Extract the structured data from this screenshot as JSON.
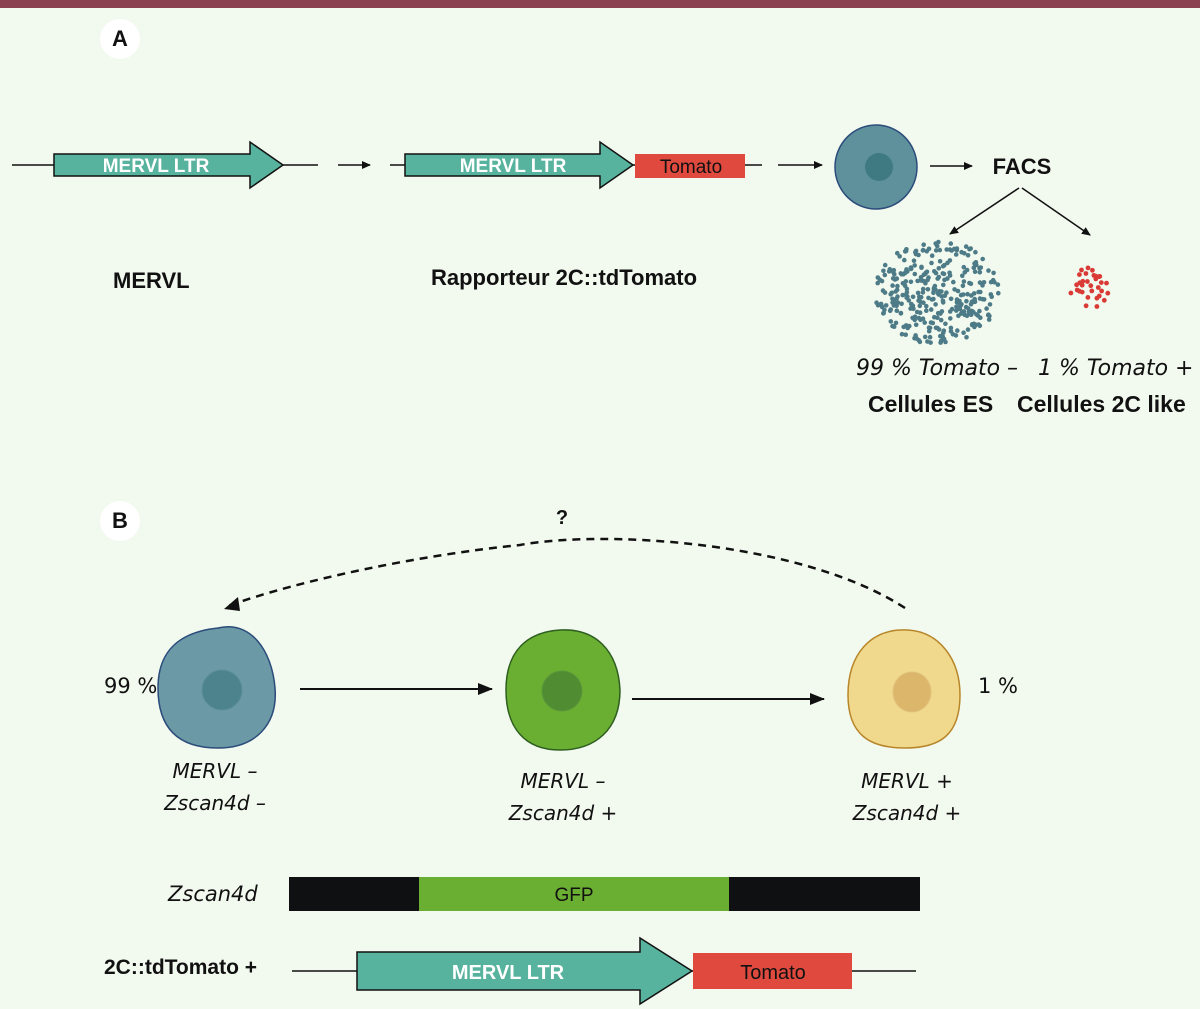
{
  "panel_a": {
    "badge": "A",
    "construct1": {
      "ltr_label": "MERVL LTR",
      "caption": "MERVL"
    },
    "construct2": {
      "ltr_label": "MERVL LTR",
      "reporter_label": "Tomato",
      "caption": "Rapporteur 2C::tdTomato"
    },
    "facs_label": "FACS",
    "populations": [
      {
        "percent_label": "99 % Tomato –",
        "name": "Cellules ES",
        "color": "#4d7b87"
      },
      {
        "percent_label": "1 % Tomato +",
        "name": "Cellules 2C like",
        "color": "#d93a36"
      }
    ]
  },
  "panel_b": {
    "badge": "B",
    "question": "?",
    "cells": [
      {
        "percent": "99 %",
        "line1": "MERVL –",
        "line2": "Zscan4d –",
        "fill": "#6b99a6",
        "nucleus": "#4d838c"
      },
      {
        "percent": "",
        "line1": "MERVL –",
        "line2": "Zscan4d +",
        "fill": "#6aaf32",
        "nucleus": "#4f8c32"
      },
      {
        "percent": "1 %",
        "line1": "MERVL +",
        "line2": "Zscan4d +",
        "fill": "#f0d98c",
        "nucleus": "#dbb66b"
      }
    ],
    "zscan4d_construct": {
      "label": "Zscan4d",
      "gfp_label": "GFP"
    },
    "tomato_construct": {
      "label": "2C::tdTomato +",
      "ltr_label": "MERVL LTR",
      "reporter_label": "Tomato"
    }
  },
  "colors": {
    "ltr": "#57b39d",
    "tomato": "#e04a3e",
    "gfp": "#6aaf32",
    "accent_bar": "#8c4151"
  }
}
